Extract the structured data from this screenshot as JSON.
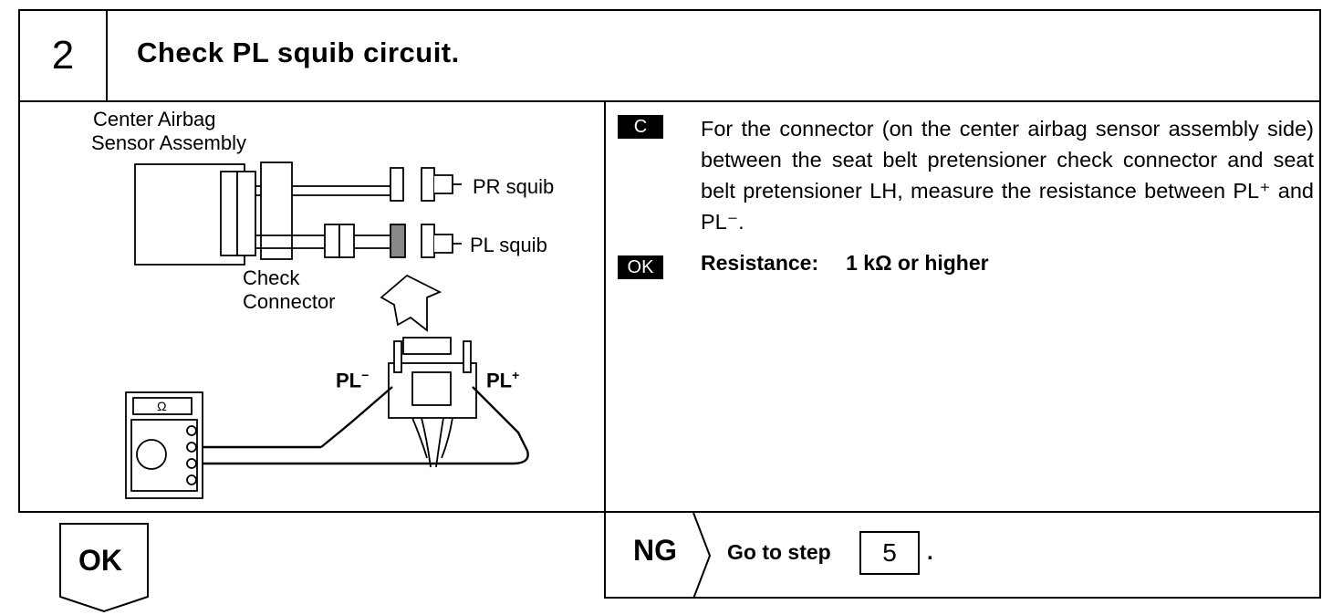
{
  "step": {
    "number": "2",
    "title": "Check PL squib circuit."
  },
  "figure": {
    "sensor_label_line1": "Center Airbag",
    "sensor_label_line2": "Sensor Assembly",
    "pr_squib": "PR squib",
    "pl_squib": "PL squib",
    "check_label_line1": "Check",
    "check_label_line2": "Connector",
    "pl_minus": "PL",
    "pl_plus": "PL",
    "minus_sup": "−",
    "plus_sup": "+",
    "ohm_symbol": "Ω"
  },
  "instruction": {
    "badge": "C",
    "text": "For the connector (on the center airbag sensor assembly side) between the seat belt pretensioner check connector and seat belt pretensioner LH, measure the resistance between PL⁺ and PL⁻."
  },
  "spec": {
    "badge": "OK",
    "label": "Resistance:",
    "value": "1 kΩ or higher"
  },
  "result_ok": {
    "label": "OK"
  },
  "result_ng": {
    "label": "NG",
    "text": "Go to step",
    "step": "5",
    "period": "."
  }
}
